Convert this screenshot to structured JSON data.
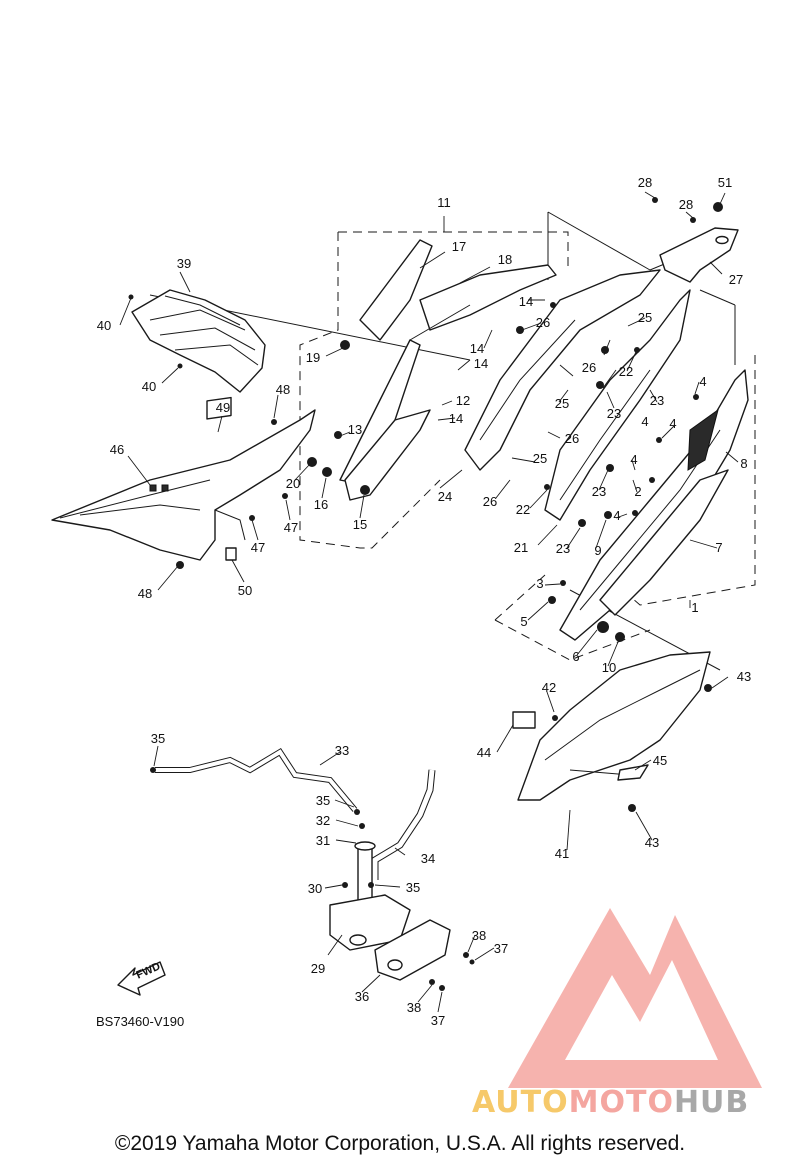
{
  "diagram_code": "BS73460-V190",
  "copyright": "©2019 Yamaha Motor Corporation, U.S.A. All rights reserved.",
  "watermark": {
    "text_auto": "AUTO",
    "text_moto": "MOTO",
    "text_hub": "HUB",
    "color_primary": "#f4a6a0",
    "color_secondary": "#f6c96a",
    "color_hub": "#a8a8a8"
  },
  "fwd_label": "FWD",
  "callouts": [
    {
      "id": "c1",
      "label": "1"
    },
    {
      "id": "c2",
      "label": "2"
    },
    {
      "id": "c3",
      "label": "3"
    },
    {
      "id": "c4a",
      "label": "4"
    },
    {
      "id": "c4b",
      "label": "4"
    },
    {
      "id": "c4c",
      "label": "4"
    },
    {
      "id": "c4d",
      "label": "4"
    },
    {
      "id": "c4e",
      "label": "4"
    },
    {
      "id": "c5",
      "label": "5"
    },
    {
      "id": "c6",
      "label": "6"
    },
    {
      "id": "c7",
      "label": "7"
    },
    {
      "id": "c8",
      "label": "8"
    },
    {
      "id": "c9",
      "label": "9"
    },
    {
      "id": "c10",
      "label": "10"
    },
    {
      "id": "c11",
      "label": "11"
    },
    {
      "id": "c12",
      "label": "12"
    },
    {
      "id": "c13",
      "label": "13"
    },
    {
      "id": "c14a",
      "label": "14"
    },
    {
      "id": "c14b",
      "label": "14"
    },
    {
      "id": "c14c",
      "label": "14"
    },
    {
      "id": "c14d",
      "label": "14"
    },
    {
      "id": "c15",
      "label": "15"
    },
    {
      "id": "c16",
      "label": "16"
    },
    {
      "id": "c17",
      "label": "17"
    },
    {
      "id": "c18",
      "label": "18"
    },
    {
      "id": "c19",
      "label": "19"
    },
    {
      "id": "c20",
      "label": "20"
    },
    {
      "id": "c21",
      "label": "21"
    },
    {
      "id": "c22a",
      "label": "22"
    },
    {
      "id": "c22b",
      "label": "22"
    },
    {
      "id": "c23a",
      "label": "23"
    },
    {
      "id": "c23b",
      "label": "23"
    },
    {
      "id": "c23c",
      "label": "23"
    },
    {
      "id": "c23d",
      "label": "23"
    },
    {
      "id": "c24",
      "label": "24"
    },
    {
      "id": "c25a",
      "label": "25"
    },
    {
      "id": "c25b",
      "label": "25"
    },
    {
      "id": "c25c",
      "label": "25"
    },
    {
      "id": "c26a",
      "label": "26"
    },
    {
      "id": "c26b",
      "label": "26"
    },
    {
      "id": "c26c",
      "label": "26"
    },
    {
      "id": "c26d",
      "label": "26"
    },
    {
      "id": "c27",
      "label": "27"
    },
    {
      "id": "c28a",
      "label": "28"
    },
    {
      "id": "c28b",
      "label": "28"
    },
    {
      "id": "c29",
      "label": "29"
    },
    {
      "id": "c30",
      "label": "30"
    },
    {
      "id": "c31",
      "label": "31"
    },
    {
      "id": "c32",
      "label": "32"
    },
    {
      "id": "c33",
      "label": "33"
    },
    {
      "id": "c34",
      "label": "34"
    },
    {
      "id": "c35a",
      "label": "35"
    },
    {
      "id": "c35b",
      "label": "35"
    },
    {
      "id": "c35c",
      "label": "35"
    },
    {
      "id": "c36",
      "label": "36"
    },
    {
      "id": "c37a",
      "label": "37"
    },
    {
      "id": "c37b",
      "label": "37"
    },
    {
      "id": "c38a",
      "label": "38"
    },
    {
      "id": "c38b",
      "label": "38"
    },
    {
      "id": "c39",
      "label": "39"
    },
    {
      "id": "c40a",
      "label": "40"
    },
    {
      "id": "c40b",
      "label": "40"
    },
    {
      "id": "c41",
      "label": "41"
    },
    {
      "id": "c42",
      "label": "42"
    },
    {
      "id": "c43a",
      "label": "43"
    },
    {
      "id": "c43b",
      "label": "43"
    },
    {
      "id": "c44",
      "label": "44"
    },
    {
      "id": "c45",
      "label": "45"
    },
    {
      "id": "c46",
      "label": "46"
    },
    {
      "id": "c47a",
      "label": "47"
    },
    {
      "id": "c47b",
      "label": "47"
    },
    {
      "id": "c48a",
      "label": "48"
    },
    {
      "id": "c48b",
      "label": "48"
    },
    {
      "id": "c49",
      "label": "49"
    },
    {
      "id": "c50",
      "label": "50"
    },
    {
      "id": "c51",
      "label": "51"
    }
  ]
}
